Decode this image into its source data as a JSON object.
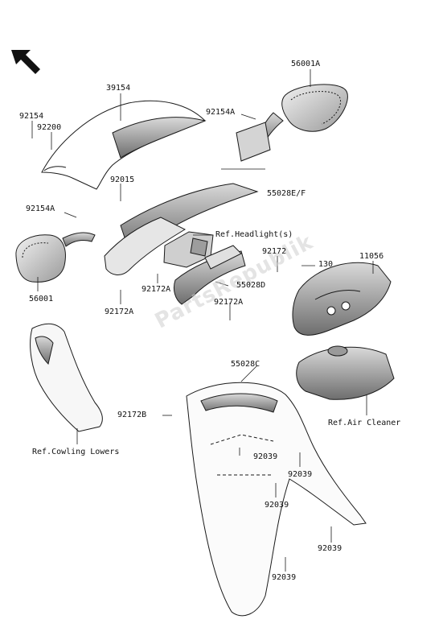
{
  "labels": {
    "p39154": "39154",
    "p56001A": "56001A",
    "p92154": "92154",
    "p92200": "92200",
    "p92154A_top": "92154A",
    "p92015": "92015",
    "p55028EF": "55028E/F",
    "p92154A_left": "92154A",
    "p_ref_headlight": "Ref.Headlight(s)",
    "p92172_right": "92172",
    "p130": "130",
    "p11056": "11056",
    "p55028D": "55028D",
    "p56001": "56001",
    "p92172A_mid": "92172A",
    "p92172A_right": "92172A",
    "p92172A_left": "92172A",
    "p55028C": "55028C",
    "p92172B": "92172B",
    "p_ref_air_cleaner": "Ref.Air Cleaner",
    "p_ref_cowling_lowers": "Ref.Cowling Lowers",
    "p92039_a": "92039",
    "p92039_b": "92039",
    "p92039_c": "92039",
    "p92039_d": "92039",
    "p92039_e": "92039"
  },
  "watermark": "PartsRepublik",
  "colors": {
    "line": "#1a1a1a",
    "shade": "#bdbdbd",
    "dark": "#5a5a5a"
  }
}
